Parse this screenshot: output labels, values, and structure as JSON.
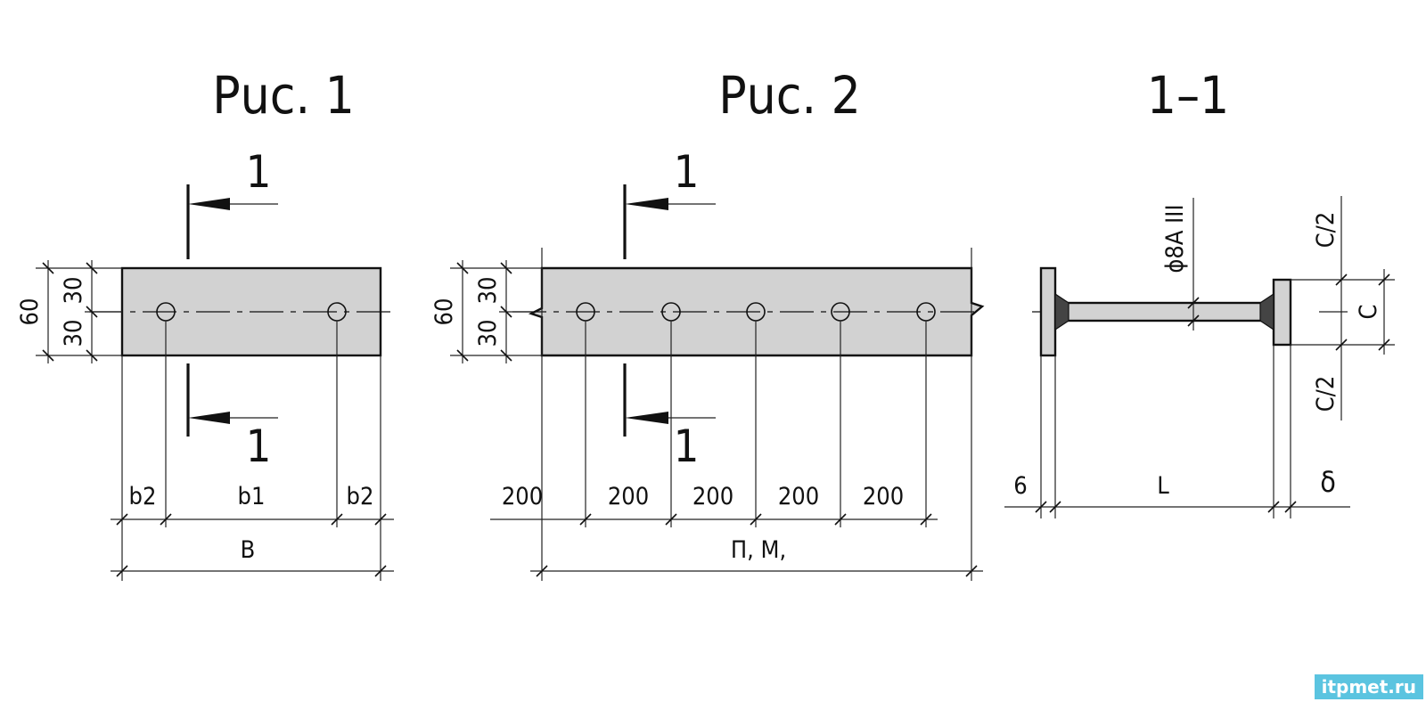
{
  "fig1": {
    "title": "Рuc. 1",
    "section_mark": "1",
    "dim_height": "60",
    "dim_half_top": "30",
    "dim_half_bottom": "30",
    "dim_edge_left": "b2",
    "dim_middle": "b1",
    "dim_edge_right": "b2",
    "dim_width": "B"
  },
  "fig2": {
    "title": "Рuc. 2",
    "section_mark": "1",
    "dim_height": "60",
    "dim_half_top": "30",
    "dim_half_bottom": "30",
    "pitch_labels": [
      "200",
      "200",
      "200",
      "200",
      "200"
    ],
    "dim_length": "П, М,"
  },
  "section": {
    "title": "1–1",
    "rebar_label": "ϕ8A III",
    "dim_half_top": "C/2",
    "dim_c": "C",
    "dim_half_bottom": "C/2",
    "dim_plate": "6",
    "dim_length": "L",
    "dim_delta": "δ"
  },
  "watermark": "itpmet.ru"
}
